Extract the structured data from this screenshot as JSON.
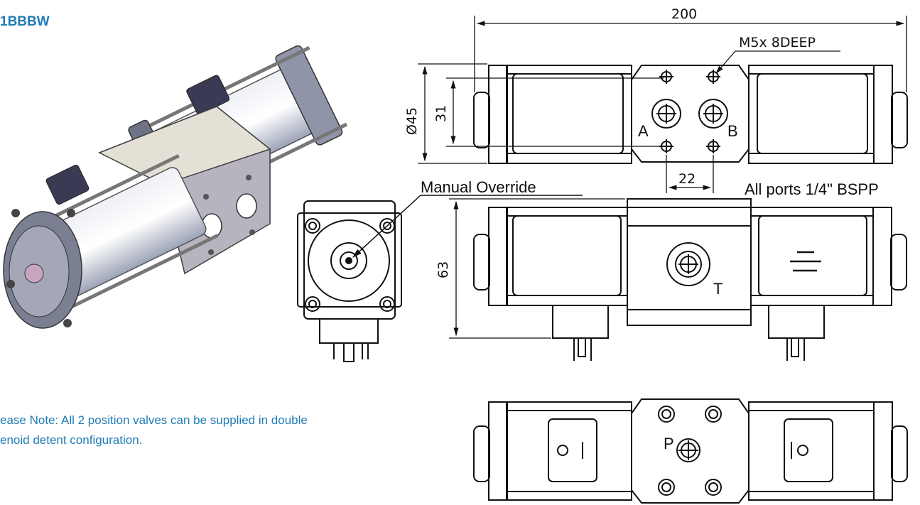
{
  "header": {
    "model_code": "1BBBW"
  },
  "note": {
    "line1": "ease Note: All 2 position valves can be supplied in double",
    "line2": "enoid  detent configuration."
  },
  "dimensions": {
    "overall_length": "200",
    "tapped_hole": "M5x 8DEEP",
    "body_diameter": "Ø45",
    "bolt_spacing": "31",
    "port_spacing": "22",
    "height": "63"
  },
  "labels": {
    "manual_override": "Manual Override",
    "ports_note": "All ports 1/4\" BSPP",
    "port_a": "A",
    "port_b": "B",
    "port_t": "T",
    "port_p": "P"
  },
  "colors": {
    "text_accent": "#1f7cb5",
    "line": "#111111",
    "body_gray": "#c9c9cf",
    "block_tan": "#d9d4c8"
  }
}
